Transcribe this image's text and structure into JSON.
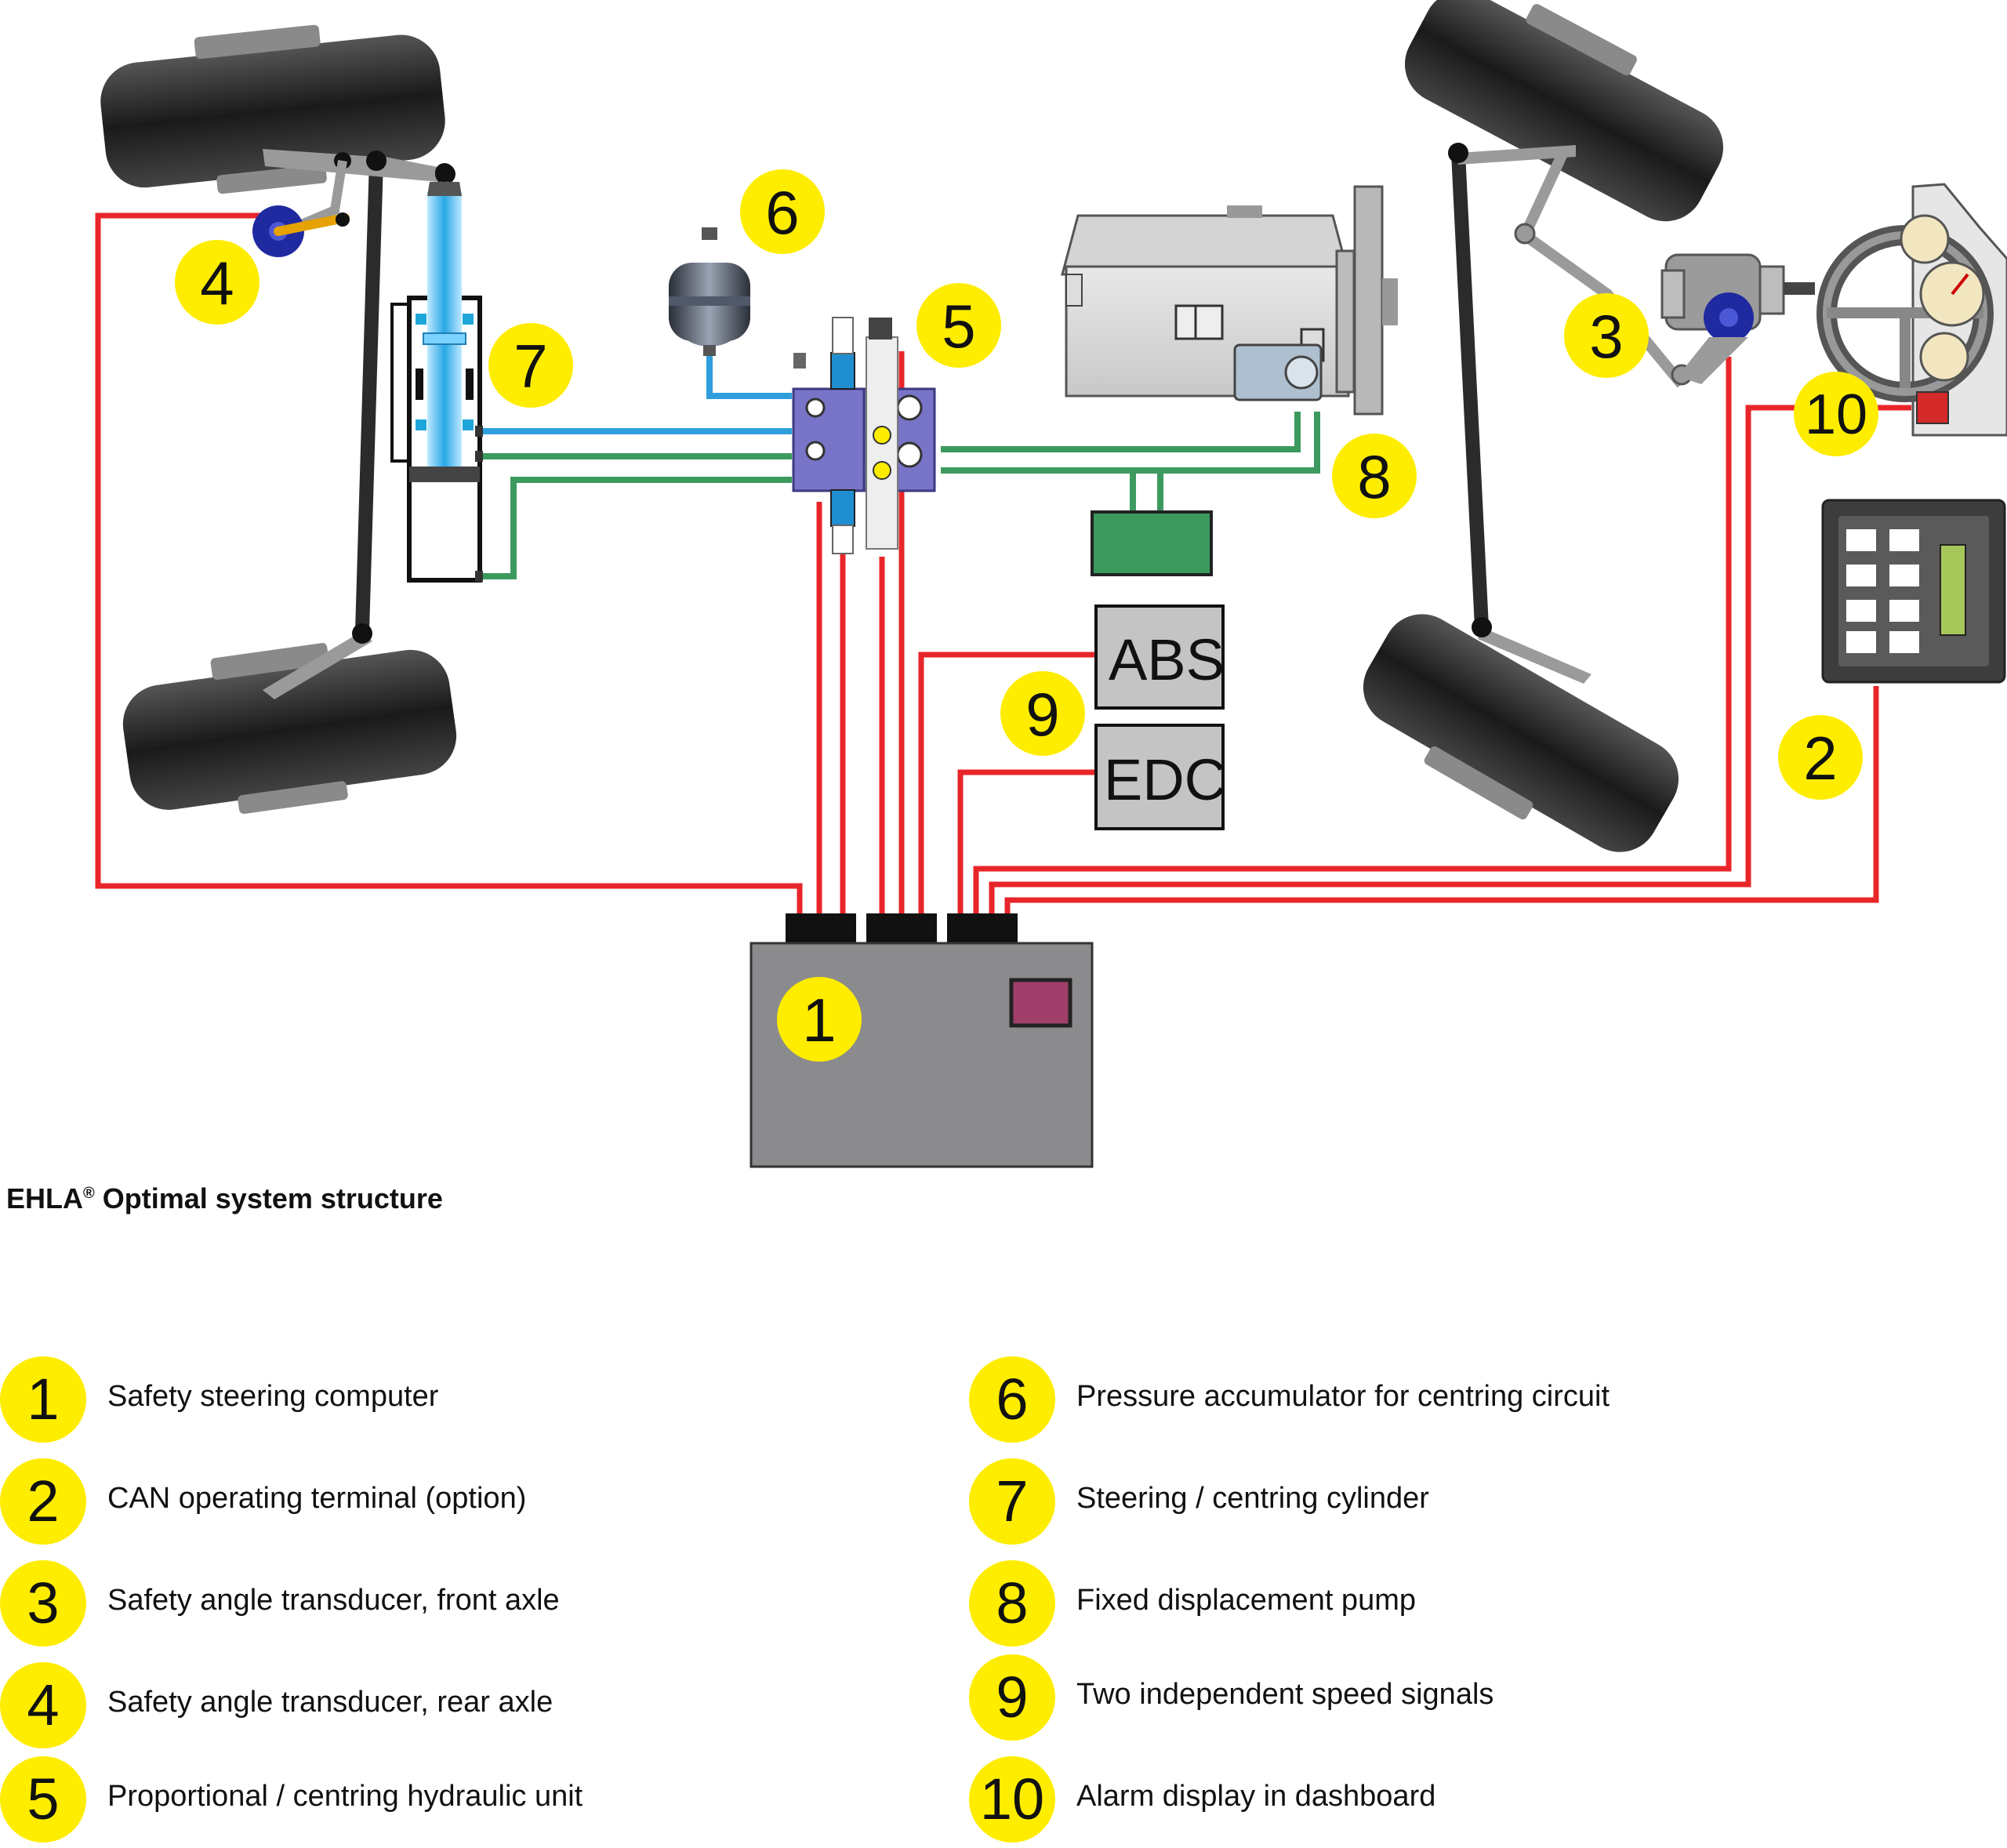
{
  "title": {
    "main": "EHLA",
    "mark": "®",
    "rest": " Optimal system structure"
  },
  "callouts": [
    "1",
    "2",
    "3",
    "4",
    "5",
    "6",
    "7",
    "8",
    "9",
    "10"
  ],
  "boxes": {
    "abs": "ABS",
    "edc": "EDC"
  },
  "legend": [
    {
      "num": "1",
      "text": "Safety steering computer"
    },
    {
      "num": "2",
      "text": "CAN operating terminal (option)"
    },
    {
      "num": "3",
      "text": "Safety angle transducer, front axle"
    },
    {
      "num": "4",
      "text": "Safety angle transducer, rear axle"
    },
    {
      "num": "5",
      "text": "Proportional / centring hydraulic unit"
    },
    {
      "num": "6",
      "text": "Pressure accumulator for centring circuit"
    },
    {
      "num": "7",
      "text": "Steering / centring cylinder"
    },
    {
      "num": "8",
      "text": "Fixed displacement pump"
    },
    {
      "num": "9",
      "text": "Two independent speed signals"
    },
    {
      "num": "10",
      "text": "Alarm display in dashboard"
    }
  ],
  "colors": {
    "callout": "#ffed00",
    "wire": "#e8262a",
    "hose_blue": "#2e9fdc",
    "hose_green": "#3c9a5f",
    "computer": "#8b8b8d"
  }
}
